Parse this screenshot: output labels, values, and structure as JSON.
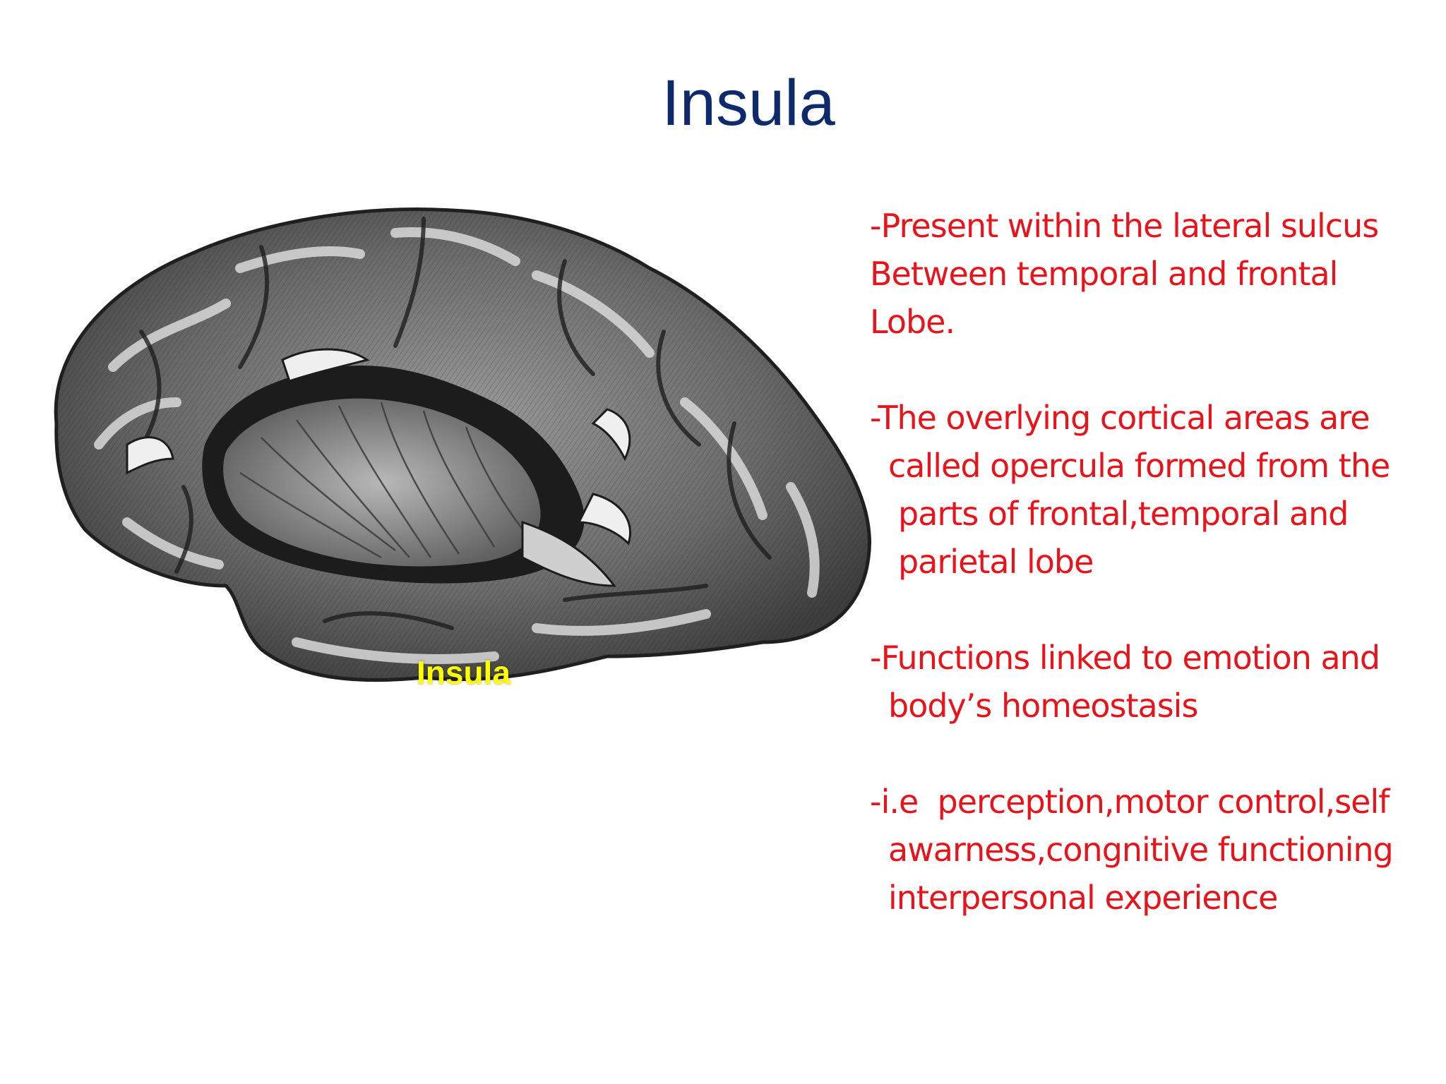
{
  "slide": {
    "title": "Insula",
    "figure": {
      "label": "Insula",
      "colors": {
        "label": "#ffff00",
        "brain_dark": "#3a3a3a",
        "brain_mid": "#7d7d7d",
        "brain_light": "#d2d2d2"
      }
    },
    "notes": [
      {
        "lines": [
          "-Present within the lateral sulcus",
          "Between temporal and frontal",
          "Lobe."
        ]
      },
      {
        "lines": [
          "-The overlying cortical areas are",
          "called opercula formed from the",
          "parts of frontal,temporal and",
          "parietal lobe"
        ]
      },
      {
        "lines": [
          "-Functions linked to emotion and",
          "body’s homeostasis"
        ]
      },
      {
        "lines": [
          "-i.e  perception,motor control,self",
          "awarness,congnitive functioning",
          "interpersonal experience"
        ]
      }
    ],
    "colors": {
      "title": "#0f2a6b",
      "notes_text": "#e8141c",
      "background": "#ffffff"
    }
  }
}
